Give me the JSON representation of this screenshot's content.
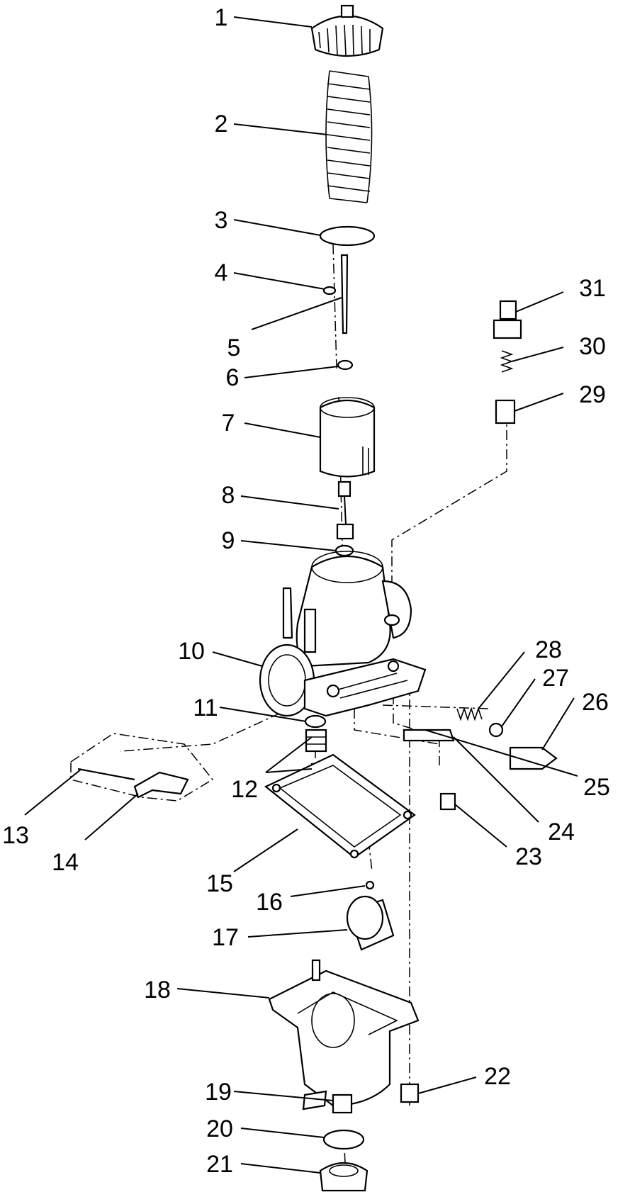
{
  "labels": {
    "l1": "1",
    "l2": "2",
    "l3": "3",
    "l4": "4",
    "l5": "5",
    "l6": "6",
    "l7": "7",
    "l8": "8",
    "l9": "9",
    "l10": "10",
    "l11": "11",
    "l12": "12",
    "l13": "13",
    "l14": "14",
    "l15": "15",
    "l16": "16",
    "l17": "17",
    "l18": "18",
    "l19": "19",
    "l20": "20",
    "l21": "21",
    "l22": "22",
    "l23": "23",
    "l24": "24",
    "l25": "25",
    "l26": "26",
    "l27": "27",
    "l28": "28",
    "l29": "29",
    "l30": "30",
    "l31": "31"
  },
  "colors": {
    "ink": "#000000",
    "paper": "#ffffff"
  }
}
